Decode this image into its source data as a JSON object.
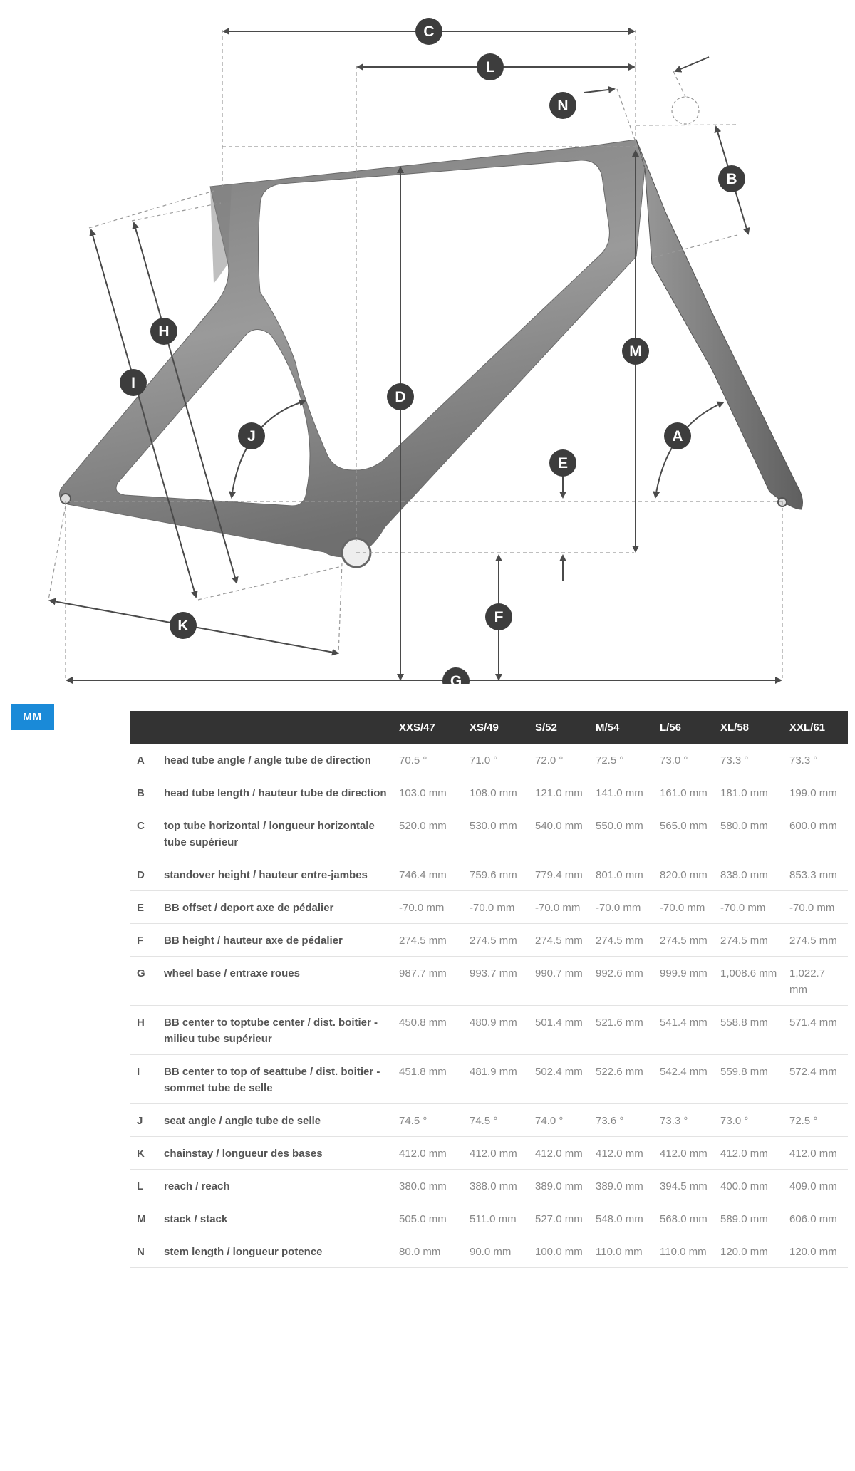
{
  "unit_toggle": "MM",
  "diagram_labels": [
    "A",
    "B",
    "C",
    "D",
    "E",
    "F",
    "G",
    "H",
    "I",
    "J",
    "K",
    "L",
    "M",
    "N"
  ],
  "table": {
    "sizes": [
      "XXS/47",
      "XS/49",
      "S/52",
      "M/54",
      "L/56",
      "XL/58",
      "XXL/61"
    ],
    "rows": [
      {
        "key": "A",
        "label": "head tube angle / angle tube de direction",
        "values": [
          "70.5 °",
          "71.0 °",
          "72.0 °",
          "72.5 °",
          "73.0 °",
          "73.3 °",
          "73.3 °"
        ]
      },
      {
        "key": "B",
        "label": "head tube length / hauteur tube de direction",
        "values": [
          "103.0 mm",
          "108.0 mm",
          "121.0 mm",
          "141.0 mm",
          "161.0 mm",
          "181.0 mm",
          "199.0 mm"
        ]
      },
      {
        "key": "C",
        "label": "top tube horizontal / longueur horizontale tube supérieur",
        "values": [
          "520.0 mm",
          "530.0 mm",
          "540.0 mm",
          "550.0 mm",
          "565.0 mm",
          "580.0 mm",
          "600.0 mm"
        ]
      },
      {
        "key": "D",
        "label": "standover height / hauteur entre-jambes",
        "values": [
          "746.4 mm",
          "759.6 mm",
          "779.4 mm",
          "801.0 mm",
          "820.0 mm",
          "838.0 mm",
          "853.3 mm"
        ]
      },
      {
        "key": "E",
        "label": "BB offset / deport axe de pédalier",
        "values": [
          "-70.0 mm",
          "-70.0 mm",
          "-70.0 mm",
          "-70.0 mm",
          "-70.0 mm",
          "-70.0 mm",
          "-70.0 mm"
        ]
      },
      {
        "key": "F",
        "label": "BB height / hauteur axe de pédalier",
        "values": [
          "274.5 mm",
          "274.5 mm",
          "274.5 mm",
          "274.5 mm",
          "274.5 mm",
          "274.5 mm",
          "274.5 mm"
        ]
      },
      {
        "key": "G",
        "label": "wheel base / entraxe roues",
        "values": [
          "987.7 mm",
          "993.7 mm",
          "990.7 mm",
          "992.6 mm",
          "999.9 mm",
          "1,008.6 mm",
          "1,022.7 mm"
        ]
      },
      {
        "key": "H",
        "label": "BB center to toptube center / dist. boitier - milieu tube supérieur",
        "values": [
          "450.8 mm",
          "480.9 mm",
          "501.4 mm",
          "521.6 mm",
          "541.4 mm",
          "558.8 mm",
          "571.4 mm"
        ]
      },
      {
        "key": "I",
        "label": "BB center to top of seattube / dist. boitier - sommet tube de selle",
        "values": [
          "451.8 mm",
          "481.9 mm",
          "502.4 mm",
          "522.6 mm",
          "542.4 mm",
          "559.8 mm",
          "572.4 mm"
        ]
      },
      {
        "key": "J",
        "label": "seat angle / angle tube de selle",
        "values": [
          "74.5 °",
          "74.5 °",
          "74.0 °",
          "73.6 °",
          "73.3 °",
          "73.0 °",
          "72.5 °"
        ]
      },
      {
        "key": "K",
        "label": "chainstay / longueur des bases",
        "values": [
          "412.0 mm",
          "412.0 mm",
          "412.0 mm",
          "412.0 mm",
          "412.0 mm",
          "412.0 mm",
          "412.0 mm"
        ]
      },
      {
        "key": "L",
        "label": "reach / reach",
        "values": [
          "380.0 mm",
          "388.0 mm",
          "389.0 mm",
          "389.0 mm",
          "394.5 mm",
          "400.0 mm",
          "409.0 mm"
        ]
      },
      {
        "key": "M",
        "label": "stack / stack",
        "values": [
          "505.0 mm",
          "511.0 mm",
          "527.0 mm",
          "548.0 mm",
          "568.0 mm",
          "589.0 mm",
          "606.0 mm"
        ]
      },
      {
        "key": "N",
        "label": "stem length / longueur potence",
        "values": [
          "80.0 mm",
          "90.0 mm",
          "100.0 mm",
          "110.0 mm",
          "110.0 mm",
          "120.0 mm",
          "120.0 mm"
        ]
      }
    ]
  }
}
